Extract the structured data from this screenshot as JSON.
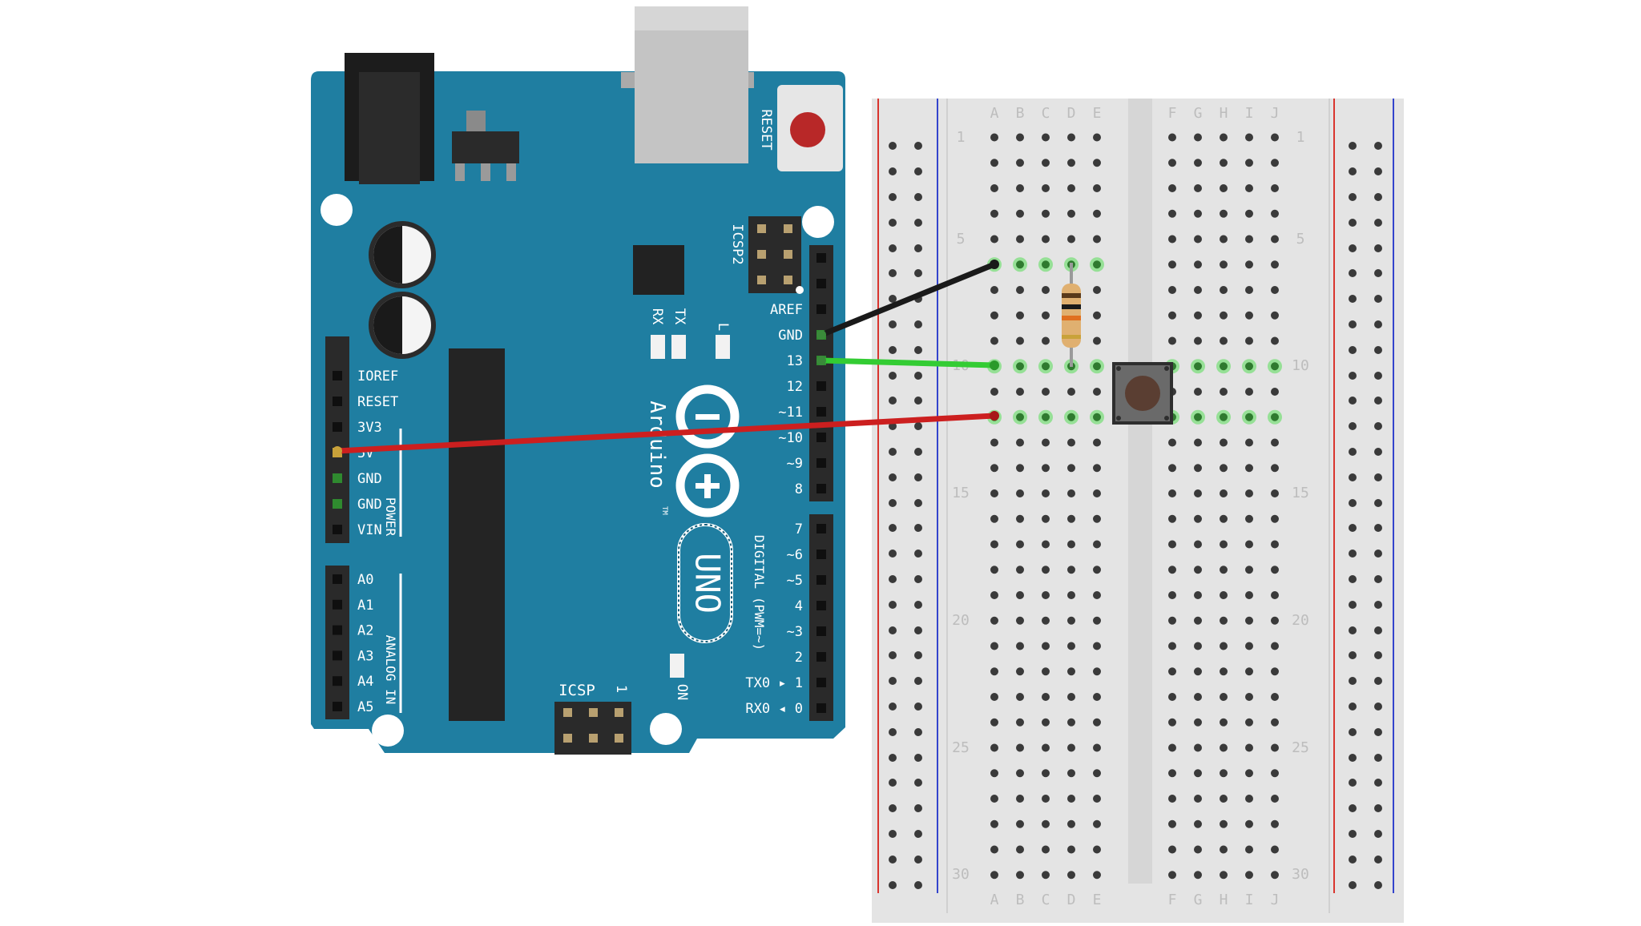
{
  "colors": {
    "board": "#1f7ea1",
    "board_dark": "#16607c",
    "breadboard": "#e4e4e4",
    "rail_red": "#d9352e",
    "rail_blue": "#3344cc",
    "wire_black": "#1a1a1a",
    "wire_green": "#33cc33",
    "wire_red": "#cc1f1f",
    "label_light": "#ffffff",
    "breadboard_label": "#bdbdbd",
    "hole": "#3a3a3a",
    "active_hole": "#55dd55"
  },
  "board": {
    "reset_label": "RESET",
    "icsp2_label": "ICSP2",
    "icsp_label": "ICSP",
    "icsp_pin1": "1",
    "brand": "Arduino",
    "tm": "TM",
    "model": "UNO",
    "led_rx": "RX",
    "led_tx": "TX",
    "led_l": "L",
    "led_on": "ON",
    "power_group_label": "POWER",
    "analog_group_label": "ANALOG IN",
    "digital_group_label": "DIGITAL (PWM=~)",
    "power_pins": [
      "IOREF",
      "RESET",
      "3V3",
      "5V",
      "GND",
      "GND",
      "VIN"
    ],
    "analog_pins": [
      "A0",
      "A1",
      "A2",
      "A3",
      "A4",
      "A5"
    ],
    "digital_top_pins": [
      "AREF",
      "GND",
      "13",
      "12",
      "~11",
      "~10",
      "~9",
      "8"
    ],
    "digital_bottom_pins": [
      "7",
      "~6",
      "~5",
      "4",
      "~3",
      "2",
      "TX0 ▸ 1",
      "RX0 ◂ 0"
    ]
  },
  "breadboard": {
    "columns_left": [
      "A",
      "B",
      "C",
      "D",
      "E"
    ],
    "columns_right": [
      "F",
      "G",
      "H",
      "I",
      "J"
    ],
    "row_numbers": [
      "1",
      "5",
      "10",
      "15",
      "20",
      "25",
      "30"
    ]
  },
  "wires": [
    {
      "name": "gnd-wire",
      "color": "black",
      "from": "GND",
      "to": "A6"
    },
    {
      "name": "pin13-wire",
      "color": "green",
      "from": "13",
      "to": "A10"
    },
    {
      "name": "5v-wire",
      "color": "red",
      "from": "5V",
      "to": "A12"
    }
  ],
  "components": [
    {
      "name": "resistor",
      "from": "D6",
      "to": "D10"
    },
    {
      "name": "pushbutton",
      "rows": [
        "10",
        "12"
      ]
    }
  ]
}
